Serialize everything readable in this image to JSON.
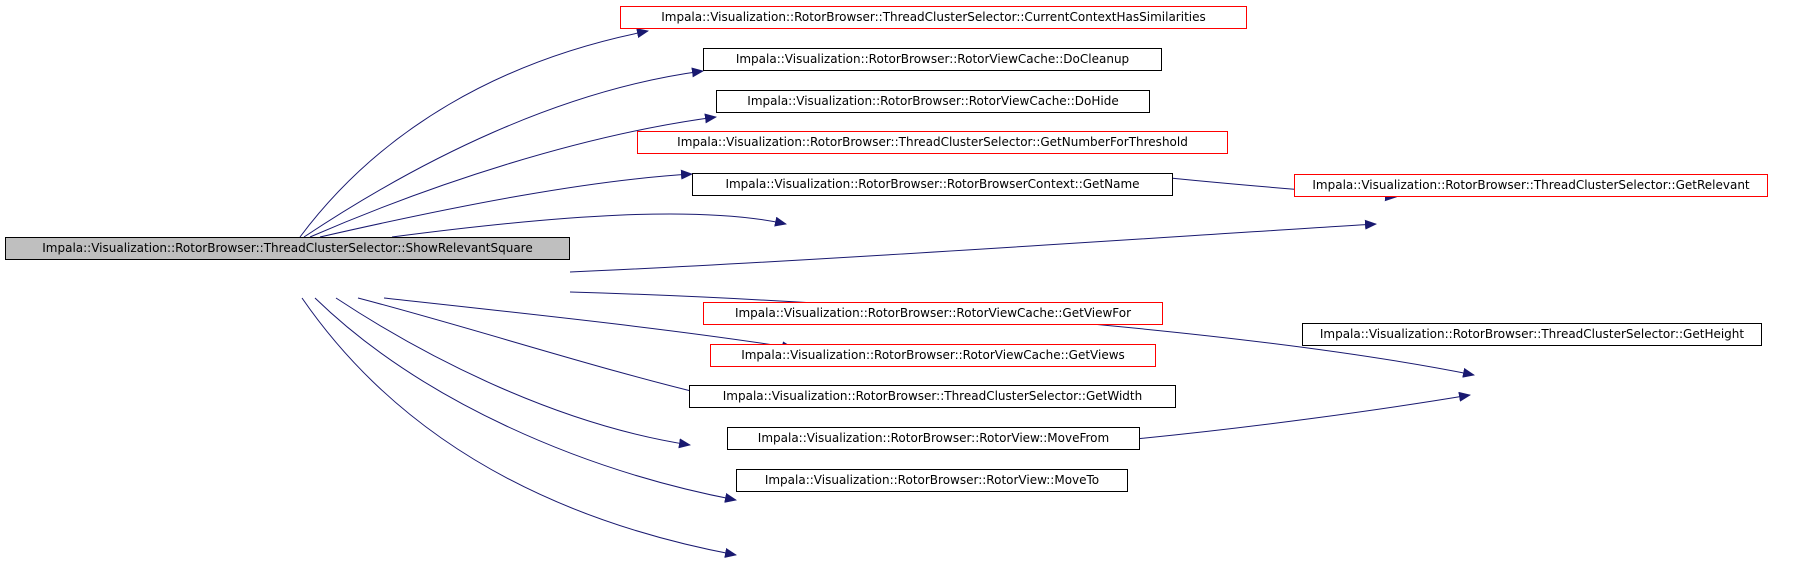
{
  "colors": {
    "edge": "#191970",
    "node_border": "#000000",
    "truncated_border": "#ff0000",
    "root_fill": "#bfbfbf",
    "background": "#ffffff"
  },
  "root": {
    "label": "Impala::Visualization::RotorBrowser::ThreadClusterSelector::ShowRelevantSquare"
  },
  "nodes": [
    {
      "id": "current-context-has-similarities",
      "label": "Impala::Visualization::RotorBrowser::ThreadClusterSelector::CurrentContextHasSimilarities",
      "truncated": true
    },
    {
      "id": "do-cleanup",
      "label": "Impala::Visualization::RotorBrowser::RotorViewCache::DoCleanup",
      "truncated": false
    },
    {
      "id": "do-hide",
      "label": "Impala::Visualization::RotorBrowser::RotorViewCache::DoHide",
      "truncated": false
    },
    {
      "id": "get-number-for-threshold",
      "label": "Impala::Visualization::RotorBrowser::ThreadClusterSelector::GetNumberForThreshold",
      "truncated": true
    },
    {
      "id": "get-name",
      "label": "Impala::Visualization::RotorBrowser::RotorBrowserContext::GetName",
      "truncated": false
    },
    {
      "id": "get-relevant",
      "label": "Impala::Visualization::RotorBrowser::ThreadClusterSelector::GetRelevant",
      "truncated": true
    },
    {
      "id": "get-view-for",
      "label": "Impala::Visualization::RotorBrowser::RotorViewCache::GetViewFor",
      "truncated": true
    },
    {
      "id": "get-views",
      "label": "Impala::Visualization::RotorBrowser::RotorViewCache::GetViews",
      "truncated": true
    },
    {
      "id": "get-width",
      "label": "Impala::Visualization::RotorBrowser::ThreadClusterSelector::GetWidth",
      "truncated": false
    },
    {
      "id": "get-height",
      "label": "Impala::Visualization::RotorBrowser::ThreadClusterSelector::GetHeight",
      "truncated": false
    },
    {
      "id": "move-from",
      "label": "Impala::Visualization::RotorBrowser::RotorView::MoveFrom",
      "truncated": false
    },
    {
      "id": "move-to",
      "label": "Impala::Visualization::RotorBrowser::RotorView::MoveTo",
      "truncated": false
    }
  ],
  "edges": [
    {
      "from": "root",
      "to": "current-context-has-similarities"
    },
    {
      "from": "root",
      "to": "do-cleanup"
    },
    {
      "from": "root",
      "to": "do-hide"
    },
    {
      "from": "root",
      "to": "get-number-for-threshold"
    },
    {
      "from": "root",
      "to": "get-name"
    },
    {
      "from": "root",
      "to": "get-relevant"
    },
    {
      "from": "get-number-for-threshold",
      "to": "get-relevant"
    },
    {
      "from": "root",
      "to": "get-height"
    },
    {
      "from": "get-width",
      "to": "get-height"
    },
    {
      "from": "root",
      "to": "get-view-for"
    },
    {
      "from": "root",
      "to": "get-views"
    },
    {
      "from": "root",
      "to": "get-width"
    },
    {
      "from": "root",
      "to": "move-from"
    },
    {
      "from": "root",
      "to": "move-to"
    }
  ]
}
